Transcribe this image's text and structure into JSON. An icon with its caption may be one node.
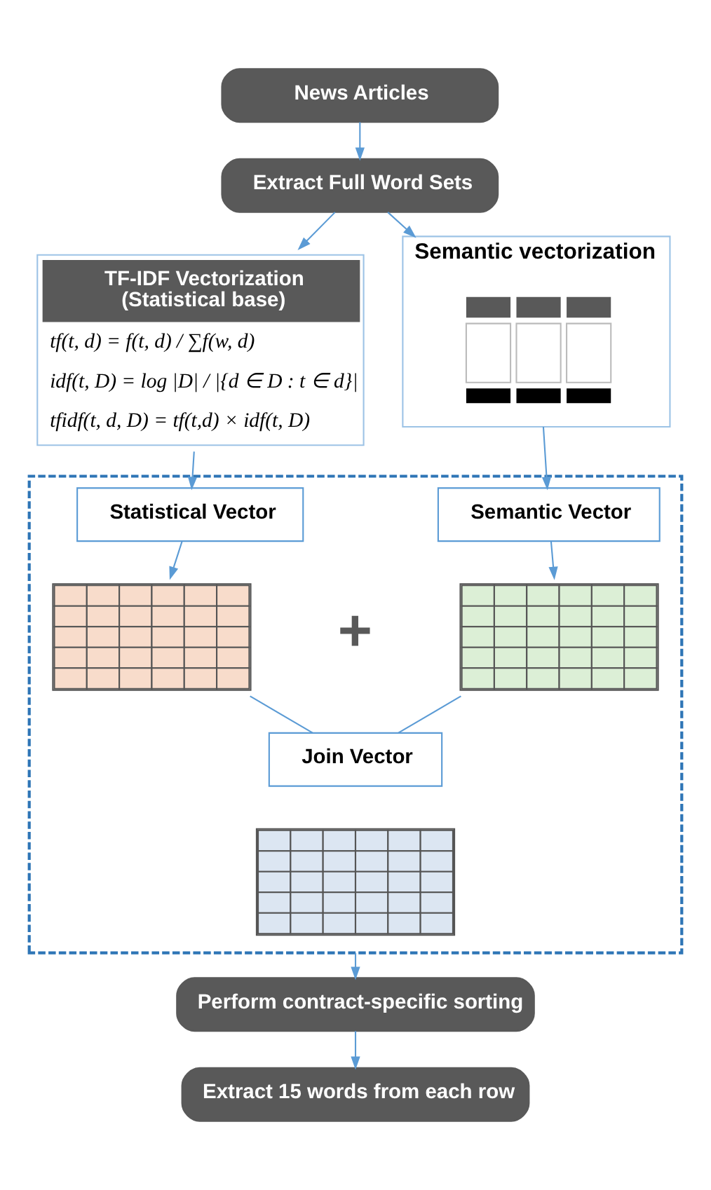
{
  "diagram": {
    "nodes": [
      {
        "text": [
          "News Articles"
        ]
      },
      {
        "text": [
          "Extract Full Word Sets"
        ]
      },
      {
        "text": [
          "TF-IDF Vectorization (Statistical base)",
          "tf(t, d) = f(t, d) / ∑f(w, d)",
          "idf(t, D) = log |D| / |{d ∈ D : t ∈ d}|",
          "tfidf(t, d, D) = tf(t,d) × idf(t, D)"
        ]
      },
      {
        "text": [
          "Semantic vectorization"
        ]
      },
      {
        "text": [],
        "shape": "picture",
        "in": 3
      },
      {
        "text": [],
        "shape": "box"
      },
      {
        "text": [
          "Statistical Vector"
        ],
        "in": 5
      },
      {
        "text": [],
        "shape": "picture",
        "in": 5
      },
      {
        "text": [
          "Semantic Vector"
        ],
        "in": 5
      },
      {
        "text": [],
        "shape": "picture",
        "in": 5
      },
      {
        "text": [
          "Join Vector"
        ],
        "in": 5
      },
      {
        "text": [],
        "shape": "picture",
        "in": 5
      },
      {
        "text": [
          "Perform contract-specific sorting"
        ]
      },
      {
        "text": [
          "Extract 15 words from each row"
        ]
      }
    ],
    "edges": [
      {
        "from": 0,
        "to": 1,
        "arrow": "to"
      },
      {
        "from": 1,
        "to": 2,
        "arrow": "to"
      },
      {
        "from": 1,
        "to": 3,
        "arrow": "to"
      },
      {
        "from": 2,
        "to": 6,
        "arrow": "to"
      },
      {
        "from": 3,
        "to": 8,
        "arrow": "to"
      },
      {
        "from": 6,
        "to": 7,
        "arrow": "to"
      },
      {
        "from": 8,
        "to": 9,
        "arrow": "to"
      },
      {
        "from": 7,
        "to": 10,
        "arrow": "none"
      },
      {
        "from": 9,
        "to": 10,
        "arrow": "none"
      },
      {
        "from": 5,
        "to": 12,
        "arrow": "to"
      },
      {
        "from": 12,
        "to": 13,
        "arrow": "to"
      }
    ],
    "labels": [
      "+"
    ]
  }
}
